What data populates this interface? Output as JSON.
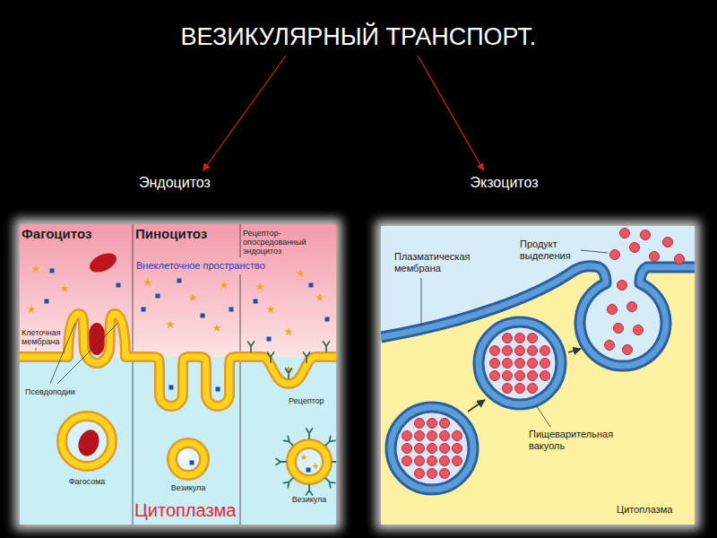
{
  "diagram": {
    "nodes": [
      {
        "text": [
          "ВЕЗИКУЛЯРНЫЙ ТРАНСПОРТ."
        ]
      },
      {
        "text": [
          "Эндоцитоз"
        ]
      },
      {
        "text": [
          "Экзоцитоз"
        ]
      }
    ],
    "edges": [
      {
        "from": 0,
        "to": 1,
        "arrow": "to"
      },
      {
        "from": 0,
        "to": 2,
        "arrow": "to"
      }
    ],
    "labels": [
      "Фагоцитоз",
      "Пиноцитоз",
      "Рецептор-опосредованный эндоцитоз",
      "Внеклеточное пространство",
      "Клеточная мембрана",
      "Псевдоподии",
      "Фагосома",
      "Везикула",
      "Цитоплазма",
      "Рецептор",
      "Везикула",
      "Плазматическая мембрана",
      "Продукт выделения",
      "Пищеварительная вакуоль",
      "Цитоплазма"
    ]
  }
}
